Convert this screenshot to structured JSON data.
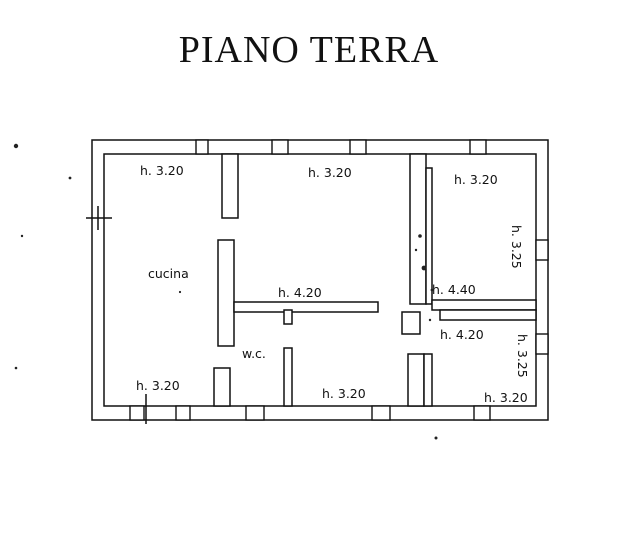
{
  "title": "PIANO TERRA",
  "rooms": [
    {
      "id": "kitchen-height",
      "label": "h. 3.20"
    },
    {
      "id": "center-top-height",
      "label": "h. 3.20"
    },
    {
      "id": "right-top-height",
      "label": "h. 3.20"
    },
    {
      "id": "right-top-height-vertical",
      "label": "h. 3.25"
    },
    {
      "id": "kitchen-name",
      "label": "cucina"
    },
    {
      "id": "corridor-height",
      "label": "h. 4.20"
    },
    {
      "id": "hall-height-top",
      "label": "h. 4.40"
    },
    {
      "id": "hall-height-bottom",
      "label": "h. 4.20"
    },
    {
      "id": "wc-name",
      "label": "w.c."
    },
    {
      "id": "right-bottom-height-vertical",
      "label": "h. 3.25"
    },
    {
      "id": "kitchen-bottom-height",
      "label": "h. 3.20"
    },
    {
      "id": "center-bottom-height",
      "label": "h. 3.20"
    },
    {
      "id": "right-bottom-height",
      "label": "h. 3.20"
    }
  ]
}
